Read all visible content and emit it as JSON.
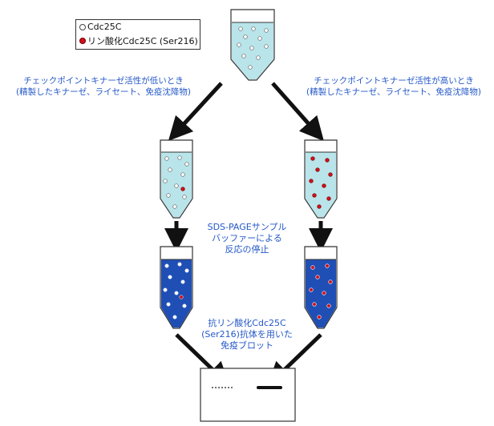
{
  "legend": {
    "items": [
      {
        "label": "Cdc25C",
        "color": "#ffffff",
        "icon": "white-dot"
      },
      {
        "label": "リン酸化Cdc25C (Ser216)",
        "color": "#d0111b",
        "icon": "red-dot"
      }
    ]
  },
  "labels": {
    "left_condition_line1": "チェックポイントキナーゼ活性が低いとき",
    "left_condition_line2": "(精製したキナーゼ、ライセート、免疫沈降物)",
    "right_condition_line1": "チェックポイントキナーゼ活性が高いとき",
    "right_condition_line2": "(精製したキナーゼ、ライセート、免疫沈降物)",
    "stop_line1": "SDS-PAGEサンプル",
    "stop_line2": "バッファーによる",
    "stop_line3": "反応の停止",
    "blot_line1": "抗リン酸化Cdc25C",
    "blot_line2": "(Ser216)抗体を用いた",
    "blot_line3": "免疫ブロット"
  },
  "colors": {
    "reaction_liquid": "#b9e4ea",
    "sample_buffer_liquid": "#1f4fb5",
    "label_text": "#2458c8",
    "phospho_dot": "#d0111b",
    "arrow": "#111111"
  }
}
